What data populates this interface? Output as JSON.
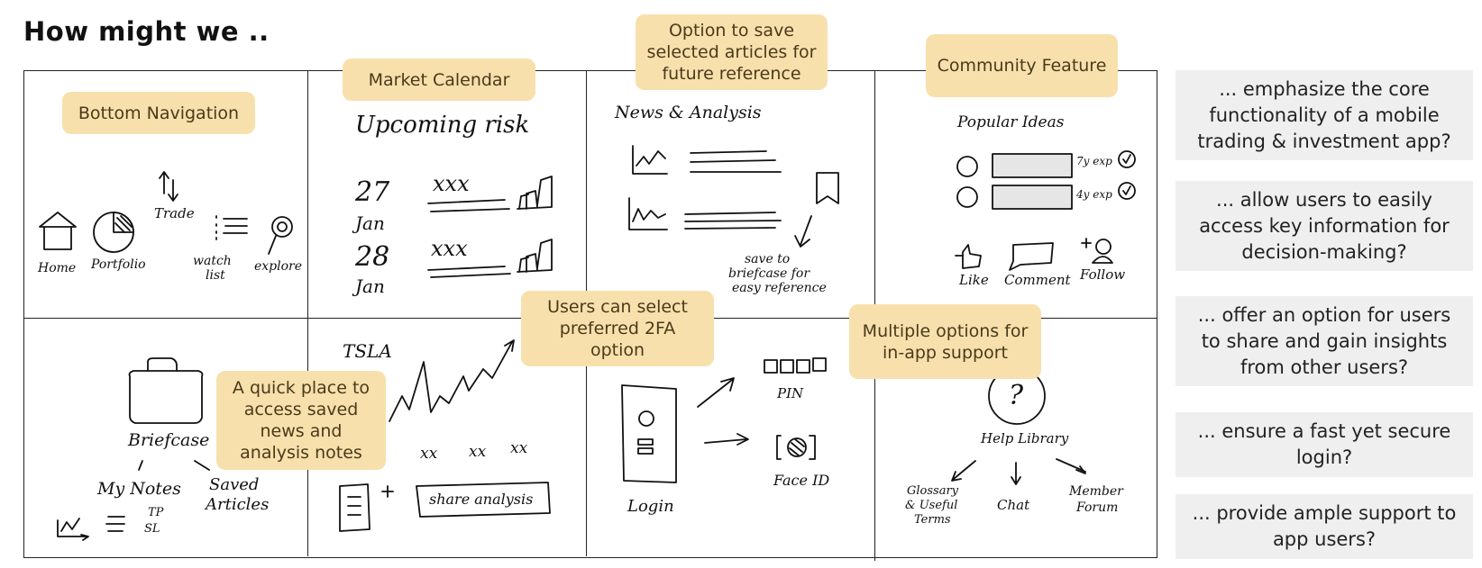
{
  "title": "How might we ..",
  "stickies": {
    "bottom_nav": "Bottom Navigation",
    "market_calendar": "Market Calendar",
    "save_articles": "Option to save selected articles for future reference",
    "community": "Community Feature",
    "users_2fa": "Users can select preferred 2FA option",
    "support": "Multiple options for in-app support",
    "quick_place": "A quick place to access saved news and analysis notes"
  },
  "questions": [
    "... emphasize the core functionality of a mobile trading & investment app?",
    "... allow users to easily access key information for decision-making?",
    "... offer an option for users to share and gain insights from other users?",
    "... ensure a fast yet secure login?",
    "... provide ample support to app users?"
  ],
  "sketch": {
    "nav": {
      "home": "Home",
      "portfolio": "Portfolio",
      "trade": "Trade",
      "watch": "watch",
      "list": "list",
      "explore": "explore"
    },
    "calendar": {
      "heading": "Upcoming risk",
      "d1": "27",
      "m1": "Jan",
      "d2": "28",
      "m2": "Jan",
      "x1": "xxx",
      "x2": "xxx"
    },
    "news": {
      "heading": "News & Analysis",
      "save1": "save to",
      "save2": "briefcase for",
      "save3": "easy reference"
    },
    "community": {
      "heading": "Popular Ideas",
      "exp1": "7y exp",
      "exp2": "4y exp",
      "like": "Like",
      "comment": "Comment",
      "follow": "Follow"
    },
    "briefcase": {
      "label": "Briefcase",
      "notes": "My Notes",
      "saved1": "Saved",
      "saved2": "Articles",
      "tp": "TP",
      "sl": "SL"
    },
    "tsla": {
      "ticker": "TSLA",
      "x1": "xx",
      "x2": "xx",
      "x3": "xx",
      "share": "share analysis"
    },
    "login": {
      "pin": "PIN",
      "face": "Face ID",
      "login": "Login"
    },
    "help": {
      "mark": "?",
      "library": "Help Library",
      "g1": "Glossary",
      "g2": "& Useful",
      "g3": "Terms",
      "chat": "Chat",
      "m1": "Member",
      "m2": "Forum"
    }
  }
}
